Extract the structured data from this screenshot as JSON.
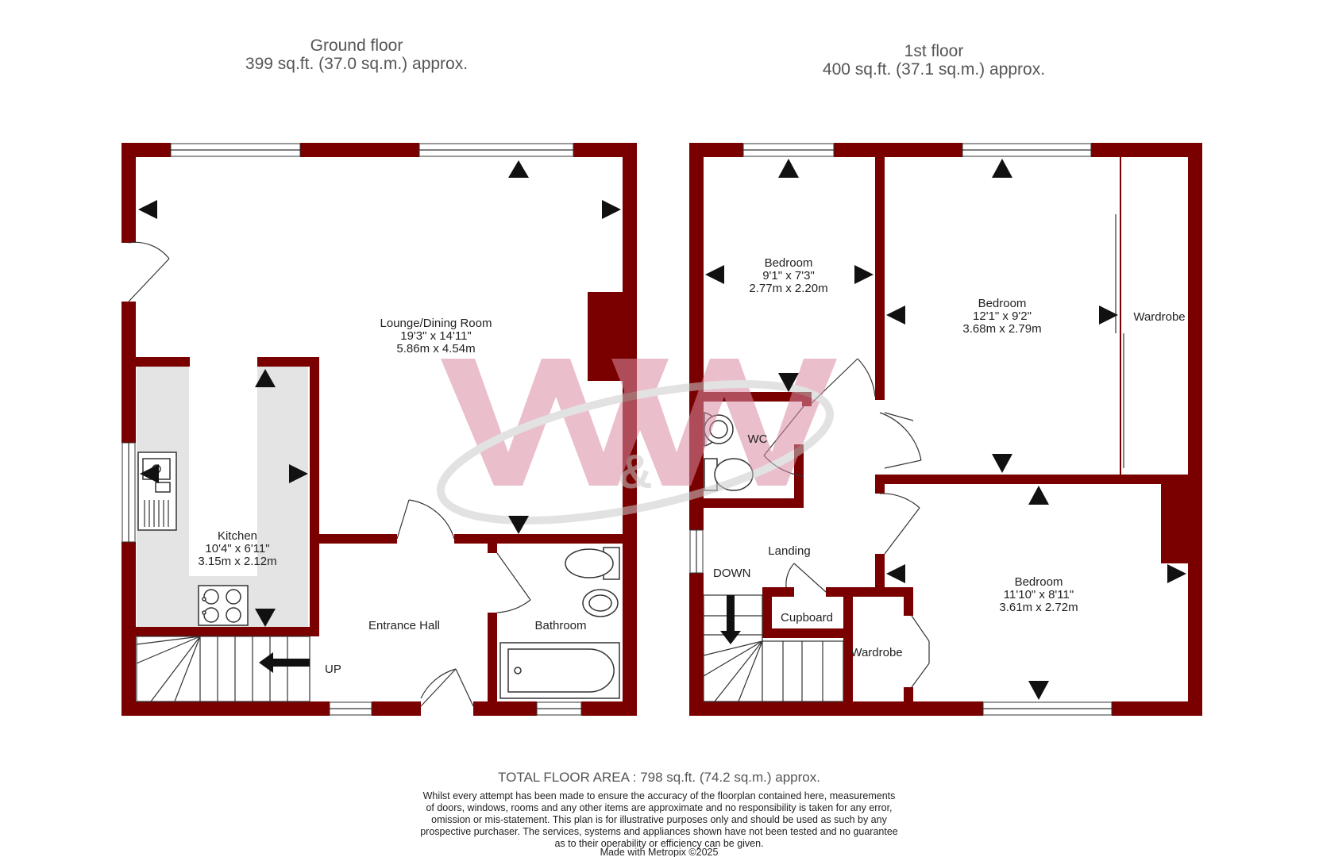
{
  "floors": {
    "ground": {
      "title": "Ground floor",
      "area": "399 sq.ft. (37.0 sq.m.) approx.",
      "rooms": {
        "lounge": {
          "name": "Lounge/Dining Room",
          "imperial": "19'3\"  x 14'11\"",
          "metric": "5.86m  x 4.54m"
        },
        "kitchen": {
          "name": "Kitchen",
          "imperial": "10'4\"  x 6'11\"",
          "metric": "3.15m  x 2.12m"
        },
        "entrance_hall": {
          "name": "Entrance Hall"
        },
        "bathroom": {
          "name": "Bathroom"
        }
      },
      "stairs_label": "UP"
    },
    "first": {
      "title": "1st floor",
      "area": "400 sq.ft. (37.1 sq.m.) approx.",
      "rooms": {
        "bedroom1": {
          "name": "Bedroom",
          "imperial": "9'1\"  x 7'3\"",
          "metric": "2.77m  x 2.20m"
        },
        "bedroom2": {
          "name": "Bedroom",
          "imperial": "12'1\"  x 9'2\"",
          "metric": "3.68m  x 2.79m"
        },
        "bedroom3": {
          "name": "Bedroom",
          "imperial": "11'10\"  x 8'11\"",
          "metric": "3.61m  x 2.72m"
        },
        "wc": {
          "name": "WC"
        },
        "landing": {
          "name": "Landing"
        },
        "cupboard": {
          "name": "Cupboard"
        },
        "wardrobe_bed2": {
          "name": "Wardrobe"
        },
        "wardrobe_bed3": {
          "name": "Wardrobe"
        }
      },
      "stairs_label": "DOWN"
    }
  },
  "footer": {
    "total": "TOTAL FLOOR AREA : 798 sq.ft. (74.2 sq.m.) approx.",
    "disclaimer": [
      "Whilst every attempt has been made to ensure the accuracy of the floorplan contained here, measurements",
      "of doors, windows, rooms and any other items are approximate and no responsibility is taken for any error,",
      "omission or mis-statement. This plan is for illustrative purposes only and should be used as such by any",
      "prospective purchaser. The services, systems and appliances shown have not been tested and no guarantee",
      "as to their operability or efficiency can be given."
    ],
    "made_with": "Made with Metropix ©2025"
  },
  "watermark": "W&W",
  "colors": {
    "wall": "#7a0000",
    "kitchen_floor": "#e4e4e4",
    "watermark": "#d98aa2",
    "text": "#222222"
  }
}
